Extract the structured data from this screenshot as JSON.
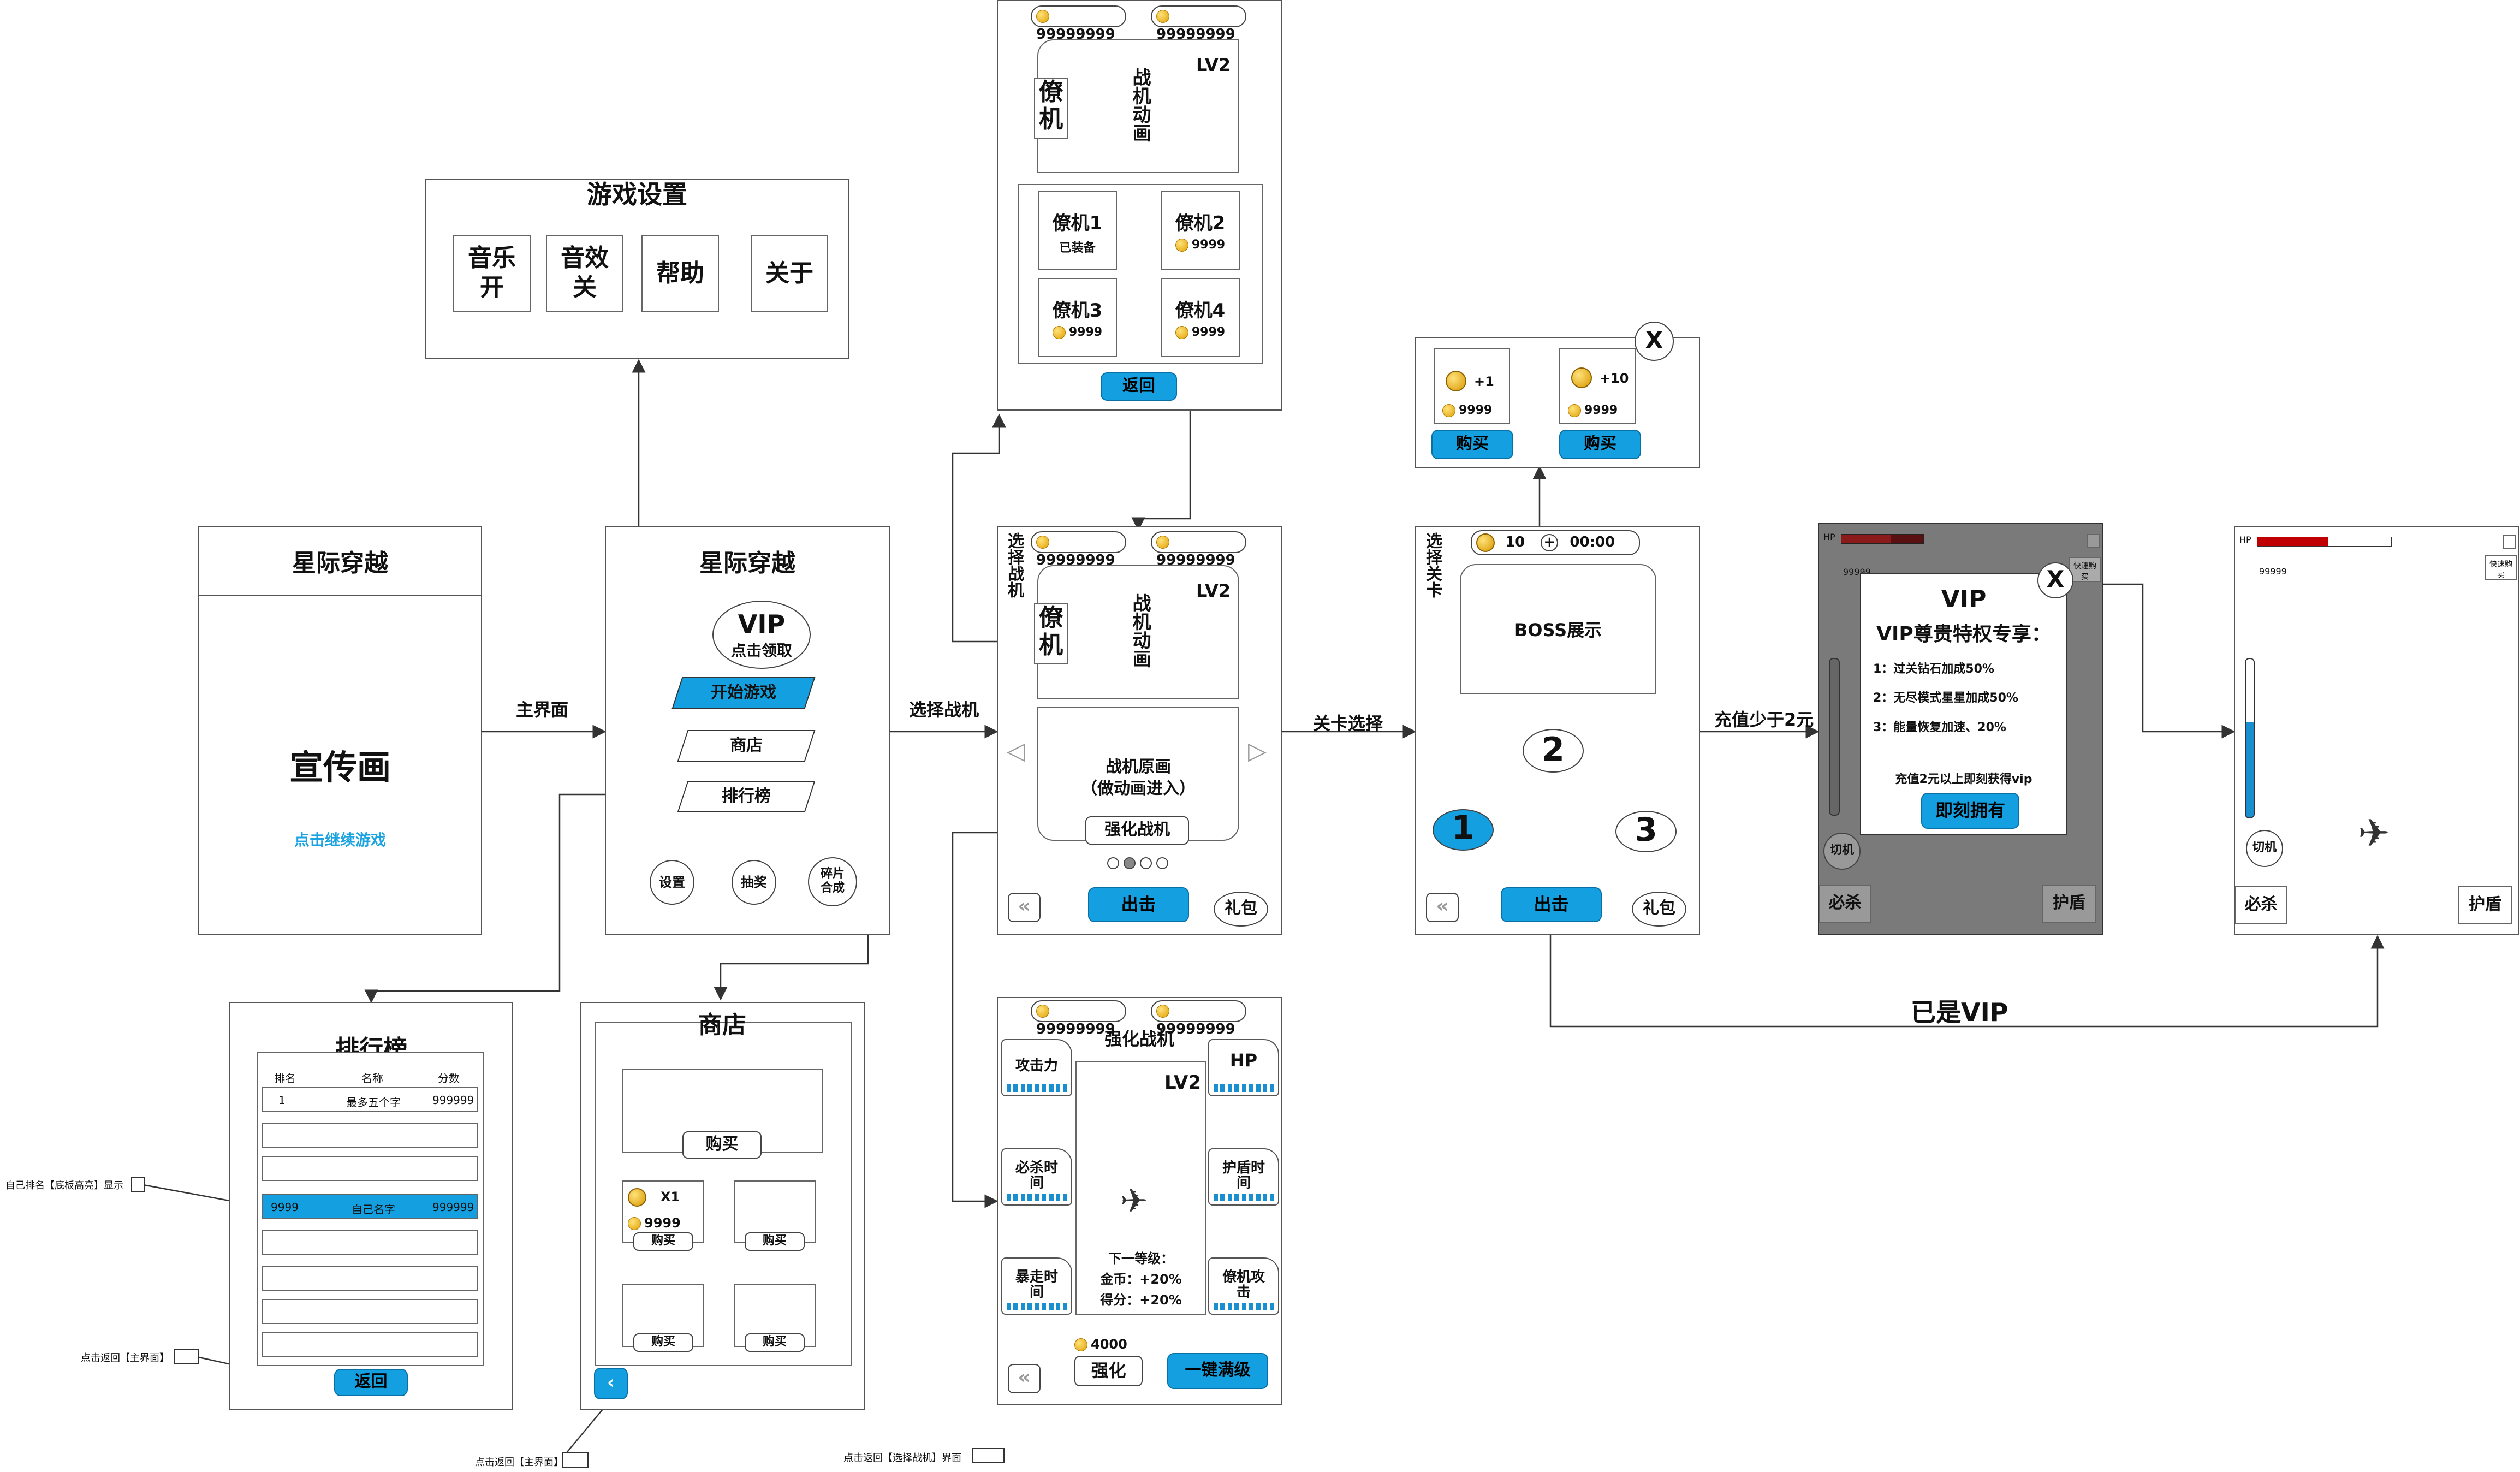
{
  "promo": {
    "title": "星际穿越",
    "banner": "宣传画",
    "tap": "点击继续游戏"
  },
  "edge_labels": {
    "main": "主界面",
    "select_fighter": "选择战机",
    "level_select": "关卡选择",
    "recharge": "充值少于2元",
    "already_vip": "已是VIP"
  },
  "main_menu": {
    "title": "星际穿越",
    "vip": "VIP",
    "vip_claim": "点击领取",
    "start": "开始游戏",
    "shop": "商店",
    "rank": "排行榜",
    "settings": "设置",
    "lottery": "抽奖",
    "fragment": "碎片合成"
  },
  "settings": {
    "title": "游戏设置",
    "music": "音乐开",
    "sfx": "音效关",
    "help": "帮助",
    "about": "关于"
  },
  "leaderboard": {
    "title": "排行榜",
    "headers": [
      "排名",
      "名称",
      "分数"
    ],
    "first_row": [
      "1",
      "最多五个字",
      "999999"
    ],
    "self_row": [
      "9999",
      "自己名字",
      "999999"
    ],
    "back": "返回"
  },
  "shop": {
    "title": "商店",
    "buy": "购买",
    "item_count": "X1",
    "item_price": "9999"
  },
  "fighter_detail": {
    "gold": "99999999",
    "star": "99999999",
    "level": "LV2",
    "wing": "僚机",
    "anim": "战机动画",
    "back": "返回",
    "wingmen": [
      {
        "name": "僚机1",
        "status": "已装备"
      },
      {
        "name": "僚机2",
        "price": "9999"
      },
      {
        "name": "僚机3",
        "price": "9999"
      },
      {
        "name": "僚机4",
        "price": "9999"
      }
    ]
  },
  "fighter_select": {
    "side": "选择战机",
    "gold": "99999999",
    "star": "99999999",
    "level": "LV2",
    "wing": "僚机",
    "anim": "战机动画",
    "art": "战机原画",
    "art_sub": "（做动画进入）",
    "upgrade": "强化战机",
    "go": "出击",
    "gift": "礼包"
  },
  "upgrade": {
    "gold": "99999999",
    "star": "99999999",
    "title": "强化战机",
    "level": "LV2",
    "stats_left": [
      "攻击力",
      "必杀时间",
      "暴走时间"
    ],
    "stats_right": [
      "HP",
      "护盾时间",
      "僚机攻击"
    ],
    "next": "下一等级：",
    "next_gold": "金币：+20%",
    "next_score": "得分：+20%",
    "cost": "4000",
    "strengthen": "强化",
    "max": "一键满级"
  },
  "energy_shop": {
    "close": "X",
    "items": [
      {
        "amount": "+1",
        "price": "9999",
        "buy": "购买"
      },
      {
        "amount": "+10",
        "price": "9999",
        "buy": "购买"
      }
    ]
  },
  "level_select": {
    "side": "选择关卡",
    "energy": "10",
    "timer": "00:00",
    "boss": "BOSS展示",
    "levels": [
      "1",
      "2",
      "3"
    ],
    "go": "出击",
    "gift": "礼包"
  },
  "vip_popup": {
    "hp": "HP",
    "score": "99999",
    "title": "VIP",
    "subtitle": "VIP尊贵特权专享：",
    "perks": [
      "1：过关钻石加成50%",
      "2：无尽模式星星加成50%",
      "3：能量恢复加速、20%"
    ],
    "note": "充值2元以上即刻获得vip",
    "buy": "即刻拥有",
    "close": "X",
    "switch": "切机",
    "kill": "必杀",
    "shield": "护盾",
    "fast": "快速购买"
  },
  "gameplay": {
    "hp": "HP",
    "score": "99999",
    "fast": "快速购买",
    "switch": "切机",
    "kill": "必杀",
    "shield": "护盾"
  },
  "notes": {
    "self_rank": "自己排名【底板高亮】显示",
    "back_main1": "点击返回【主界面】",
    "back_main2": "点击返回【主界面】",
    "back_select": "点击返回【选择战机】界面"
  }
}
